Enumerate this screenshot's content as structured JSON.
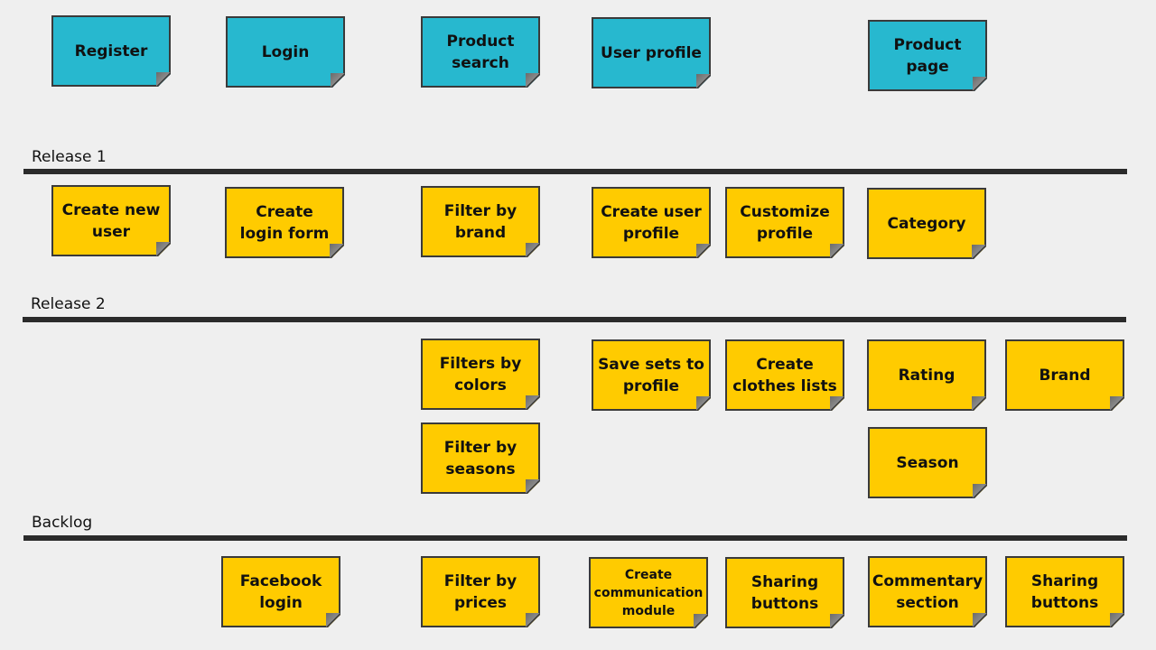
{
  "activities": [
    {
      "label": "Register"
    },
    {
      "label": "Login"
    },
    {
      "label": "Product\nsearch"
    },
    {
      "label": "User profile"
    },
    {
      "label": "Product\npage"
    }
  ],
  "releases": [
    {
      "name": "Release 1",
      "stories": [
        {
          "label": "Create new\nuser"
        },
        {
          "label": "Create\nlogin form"
        },
        {
          "label": "Filter by\nbrand"
        },
        {
          "label": "Create user\nprofile"
        },
        {
          "label": "Customize\nprofile"
        },
        {
          "label": "Category"
        }
      ]
    },
    {
      "name": "Release 2",
      "stories": [
        {
          "label": "Filters by\ncolors"
        },
        {
          "label": "Save sets to\nprofile"
        },
        {
          "label": "Create\nclothes lists"
        },
        {
          "label": "Rating"
        },
        {
          "label": "Brand"
        },
        {
          "label": "Filter by\nseasons"
        },
        {
          "label": "Season"
        }
      ]
    },
    {
      "name": "Backlog",
      "stories": [
        {
          "label": "Facebook\nlogin"
        },
        {
          "label": "Filter by\nprices"
        },
        {
          "label": "Create\ncommunication\nmodule"
        },
        {
          "label": "Sharing\nbuttons"
        },
        {
          "label": "Commentary\nsection"
        },
        {
          "label": "Sharing\nbuttons"
        }
      ]
    }
  ],
  "colors": {
    "activity": "#27b8cf",
    "story": "#ffcb00",
    "line": "#2b2b2b"
  }
}
